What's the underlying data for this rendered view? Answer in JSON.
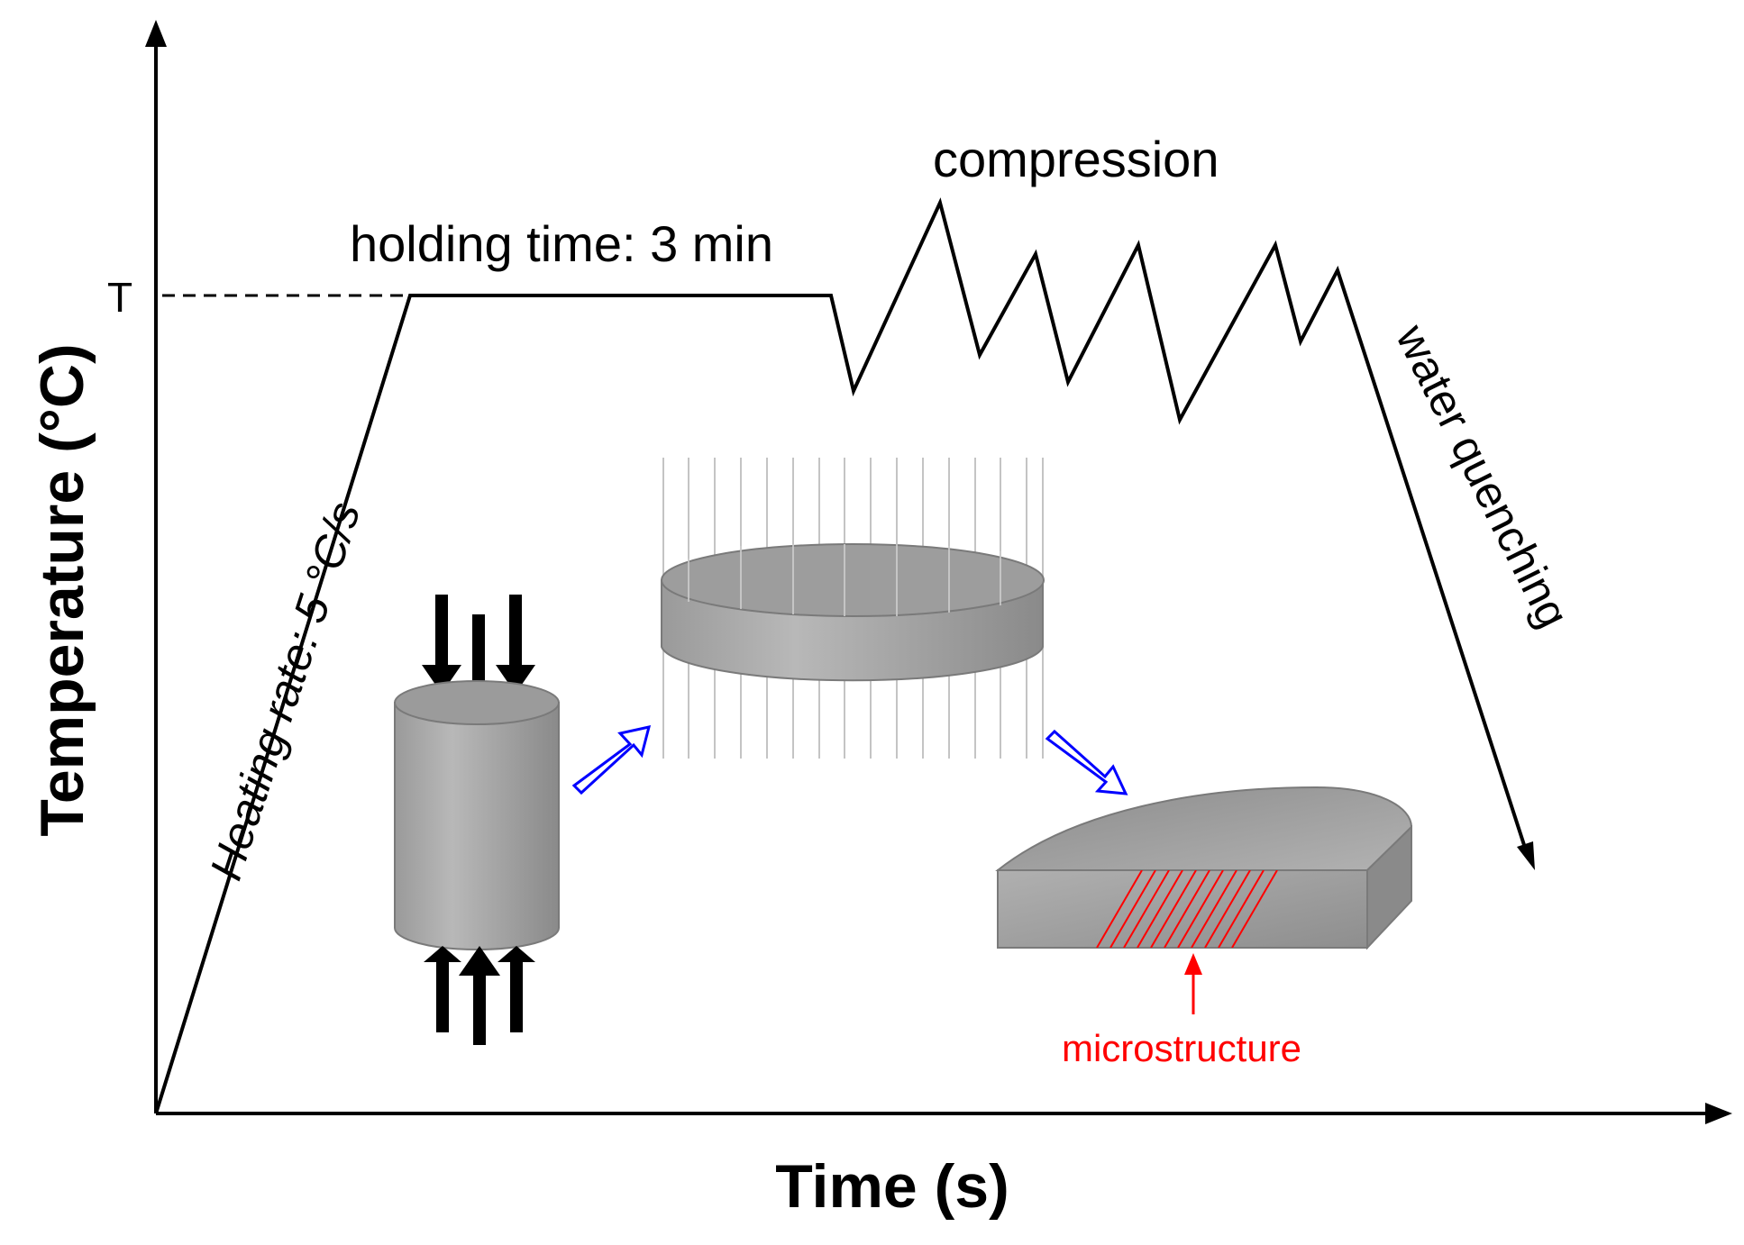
{
  "axes": {
    "y_label": "Temperature (°C)",
    "x_label": "Time (s)",
    "t_mark": "T"
  },
  "stages": {
    "heating": "Heating rate: 5 °C/s",
    "holding": "holding time: 3 min",
    "compression": "compression",
    "quenching": "water quenching"
  },
  "sample": {
    "microstructure": "microstructure"
  },
  "colors": {
    "line": "#000000",
    "microstructure": "#ff0000",
    "flow_arrow": "#0000ff"
  }
}
